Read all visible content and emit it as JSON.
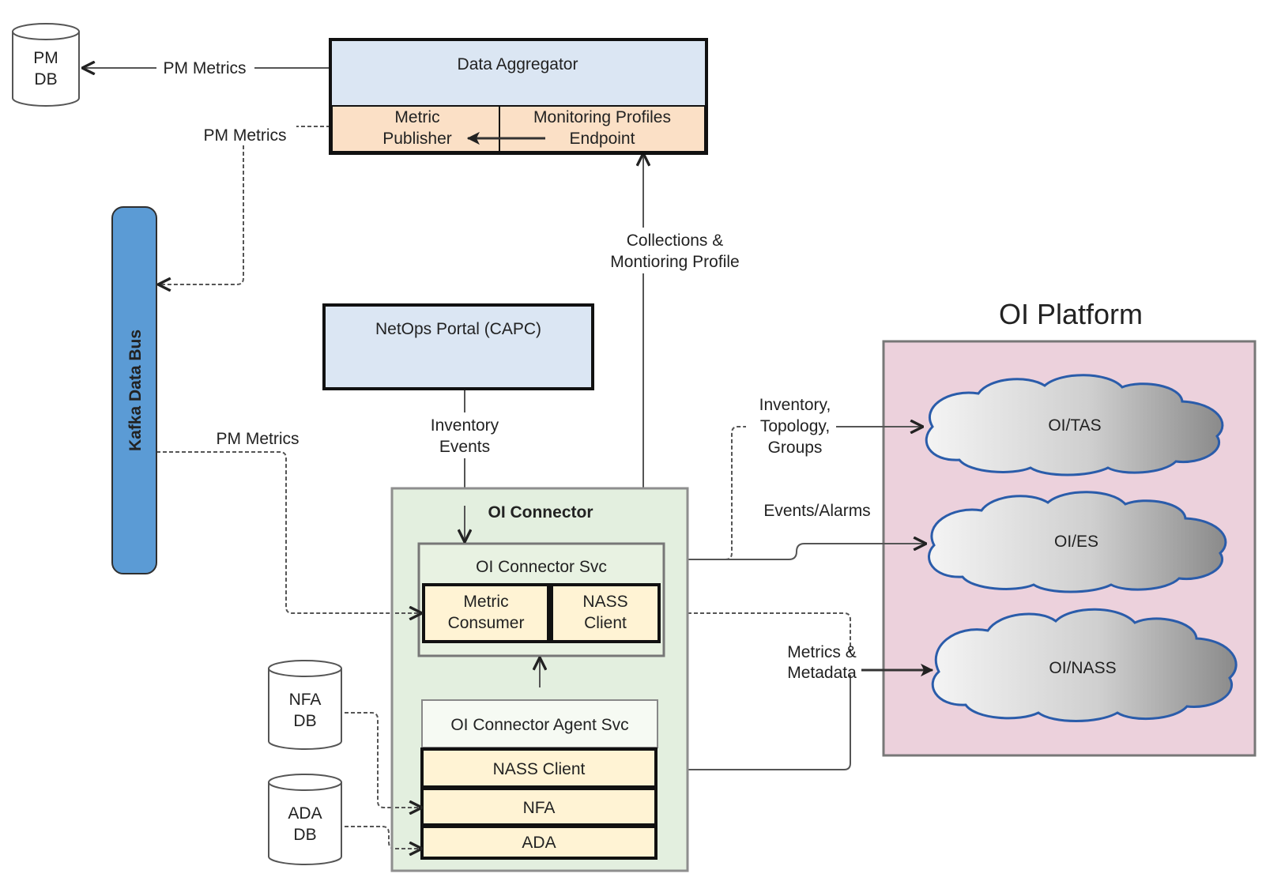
{
  "data_aggregator": {
    "title": "Data Aggregator",
    "metric_publisher": [
      "Metric",
      "Publisher"
    ],
    "monitoring_profiles": [
      "Monitoring Profiles",
      "Endpoint"
    ]
  },
  "pm_db": [
    "PM",
    "DB"
  ],
  "nfa_db": [
    "NFA",
    "DB"
  ],
  "ada_db": [
    "ADA",
    "DB"
  ],
  "kafka": {
    "label": "Kafka Data Bus"
  },
  "netops_portal": {
    "title": "NetOps Portal (CAPC)"
  },
  "oi_connector": {
    "title": "OI Connector",
    "svc": {
      "title": "OI Connector Svc",
      "metric_consumer": [
        "Metric",
        "Consumer"
      ],
      "nass_client": [
        "NASS",
        "Client"
      ]
    },
    "agent_svc": {
      "title": "OI Connector Agent Svc",
      "nass_client": "NASS Client",
      "nfa": "NFA",
      "ada": "ADA"
    }
  },
  "oi_platform": {
    "title": "OI Platform",
    "tas": "OI/TAS",
    "es": "OI/ES",
    "nass": "OI/NASS"
  },
  "edge_labels": {
    "pm_metrics_top": "PM Metrics",
    "pm_metrics_mid": "PM Metrics",
    "pm_metrics_kafka": "PM Metrics",
    "collections": [
      "Collections &",
      "Montioring Profile"
    ],
    "inventory_events": [
      "Inventory",
      "Events"
    ],
    "inventory_topology": [
      "Inventory,",
      "Topology,",
      "Groups"
    ],
    "events_alarms": "Events/Alarms",
    "metrics_metadata": [
      "Metrics &",
      "Metadata"
    ]
  }
}
